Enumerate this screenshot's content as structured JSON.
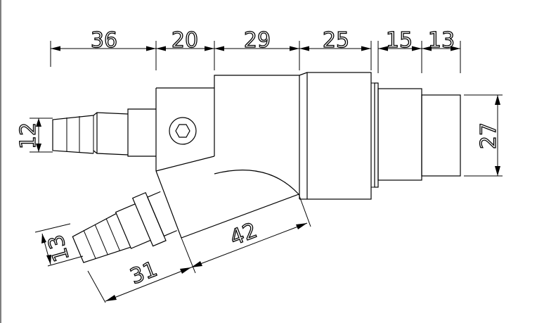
{
  "dimensions": {
    "top": [
      "36",
      "20",
      "29",
      "25",
      "15",
      "13"
    ],
    "barb_top_diameter": "12",
    "outlet_diameter": "27",
    "barb_angled_diameter": "13",
    "angled_length_a": "31",
    "angled_length_b": "42"
  },
  "icons": {
    "hex_socket": "hex-socket-screw-icon"
  }
}
